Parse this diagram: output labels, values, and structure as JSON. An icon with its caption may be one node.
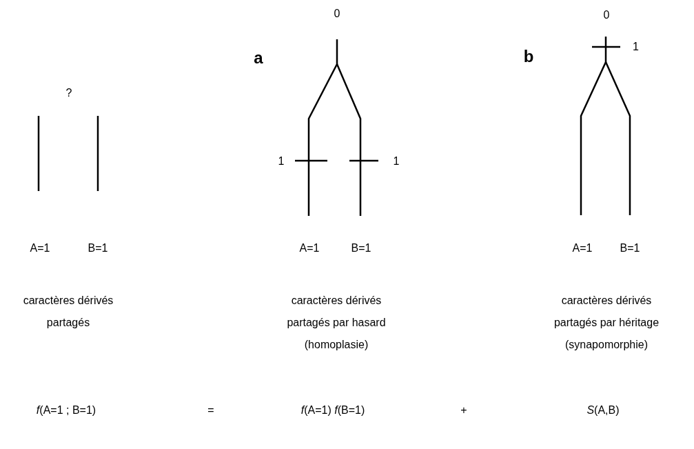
{
  "diagram": {
    "labels": [
      "0",
      "0",
      "1",
      "a",
      "b",
      "?",
      "1",
      "1",
      "A=1",
      "B=1",
      "A=1",
      "B=1",
      "A=1",
      "B=1",
      "caractères dérivés partagés",
      "caractères dérivés partagés par hasard (homoplasie)",
      "caractères dérivés partagés par héritage (synapomorphie)",
      "*f*(A=1 ; B=1)",
      "=",
      "*f*(A=1) *f*(B=1)",
      "+",
      "*S*(A,B)"
    ]
  }
}
